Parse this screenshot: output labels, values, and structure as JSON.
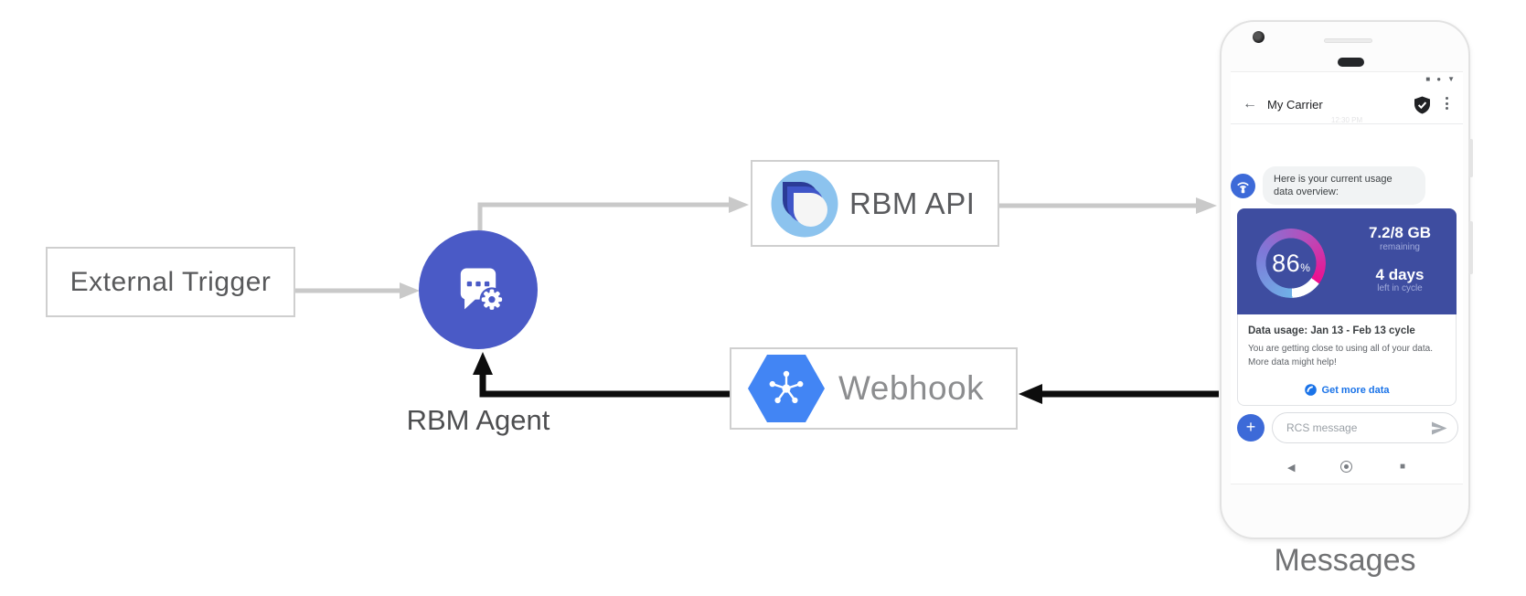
{
  "diagram": {
    "external_trigger": {
      "label": "External Trigger"
    },
    "rbm_agent": {
      "label": "RBM Agent"
    },
    "rbm_api": {
      "label": "RBM API"
    },
    "webhook": {
      "label": "Webhook"
    },
    "device_caption": "Messages"
  },
  "phone": {
    "status_bar": {
      "icons": [
        {
          "name": "signal-square",
          "glyph": "■"
        },
        {
          "name": "signal-dot",
          "glyph": "●"
        },
        {
          "name": "signal-triangle",
          "glyph": "▼"
        }
      ]
    },
    "header": {
      "back_glyph": "←",
      "title": "My Carrier",
      "timestamp": "12:30 PM"
    },
    "conversation": {
      "bot_message_line1": "Here is your current usage",
      "bot_message_line2": "data overview:"
    },
    "usage_gauge": {
      "percent": "86",
      "percent_symbol": "%",
      "remaining_value": "7.2/8 GB",
      "remaining_label": "remaining",
      "cycle_value": "4 days",
      "cycle_label": "left in cycle"
    },
    "usage_card": {
      "title": "Data usage: Jan 13 - Feb 13 cycle",
      "body_line1": "You are getting close to using all of your data.",
      "body_line2": "More data might help!",
      "action_label": "Get more data"
    },
    "compose": {
      "add_glyph": "+",
      "placeholder": "RCS message"
    },
    "nav": {
      "back_glyph": "◀",
      "recents_glyph": "■"
    }
  },
  "colors": {
    "agent_blue": "#4A5AC6",
    "gauge_card_blue": "#3E4DA0",
    "avatar_blue": "#3D6AD8",
    "link_blue": "#1A73E8",
    "hexagon_blue": "#4285F4",
    "gauge_start": "#6FB1E7",
    "gauge_end": "#EF0E8E",
    "arrow_gray": "#C9C9C9",
    "arrow_black": "#111111"
  }
}
